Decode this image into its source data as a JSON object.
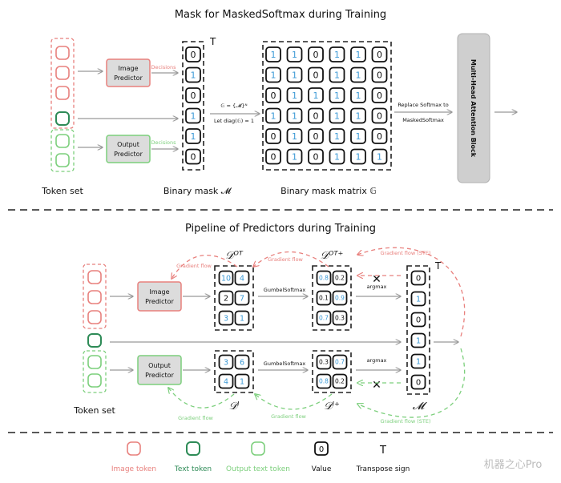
{
  "top": {
    "title": "Mask for MaskedSoftmax during Training",
    "token_set_label": "Token set",
    "image_predictor_label": [
      "Image",
      "Predictor"
    ],
    "output_predictor_label": [
      "Output",
      "Predictor"
    ],
    "decisions_label": "Decisions",
    "binary_mask_label": "Binary mask 𝓜",
    "transpose_symbol": "T",
    "mask_values": [
      "0",
      "1",
      "0",
      "1",
      "1",
      "0"
    ],
    "formula_line1": "𝔾 = {𝓜}ᴺ",
    "formula_line2": "Let diag(𝔾) = 1",
    "matrix_label": "Binary mask matrix 𝔾",
    "matrix": [
      [
        "1",
        "1",
        "0",
        "1",
        "1",
        "0"
      ],
      [
        "1",
        "1",
        "0",
        "1",
        "1",
        "0"
      ],
      [
        "0",
        "1",
        "1",
        "1",
        "1",
        "0"
      ],
      [
        "1",
        "1",
        "0",
        "1",
        "1",
        "0"
      ],
      [
        "0",
        "1",
        "0",
        "1",
        "1",
        "0"
      ],
      [
        "0",
        "1",
        "0",
        "1",
        "1",
        "1"
      ]
    ],
    "replace_line1": "Replace Softmax to",
    "replace_line2": "MaskedSoftmax",
    "mha_label": "Multi-Head Attention Block"
  },
  "bottom": {
    "title": "Pipeline of Predictors during Training",
    "token_set_label": "Token set",
    "image_predictor_label": [
      "Image",
      "Predictor"
    ],
    "output_predictor_label": [
      "Output",
      "Predictor"
    ],
    "d_ot_label": "𝒟ᴼᵀ",
    "d_ot_plus_label": "𝒟ᴼᵀ⁺",
    "d_i_label": "𝒟ᴵ",
    "d_i_plus_label": "𝒟ᴵ⁺",
    "m_label": "𝓜",
    "transpose_symbol": "T",
    "gumbel_label": "GumbelSoftmax",
    "argmax_label": "argmax",
    "gradient_flow_label": "Gradient flow",
    "gradient_flow_ste_label": "Gradient flow (STE)",
    "d_ot": [
      [
        "10",
        "4"
      ],
      [
        "2",
        "7"
      ],
      [
        "3",
        "1"
      ]
    ],
    "d_ot_plus": [
      [
        "0.8",
        "0.2"
      ],
      [
        "0.1",
        "0.9"
      ],
      [
        "0.7",
        "0.3"
      ]
    ],
    "d_i": [
      [
        "3",
        "6"
      ],
      [
        "4",
        "1"
      ]
    ],
    "d_i_plus": [
      [
        "0.3",
        "0.7"
      ],
      [
        "0.8",
        "0.2"
      ]
    ],
    "m_values": [
      "0",
      "1",
      "0",
      "1",
      "1",
      "0"
    ],
    "cross_symbol": "✕"
  },
  "legend": {
    "image_token": "Image token",
    "text_token": "Text token",
    "output_text_token": "Output text token",
    "value": "Value",
    "value_symbol": "0",
    "transpose_sign": "Transpose sign",
    "transpose_symbol": "T"
  },
  "watermark": "机器之心Pro",
  "colors": {
    "image": "#e8807d",
    "text": "#2e8b57",
    "output": "#7ccf7c",
    "blue": "#3d9ad6",
    "predictor_fill": "#dcdcdc",
    "mha_fill": "#cfcfcf"
  }
}
